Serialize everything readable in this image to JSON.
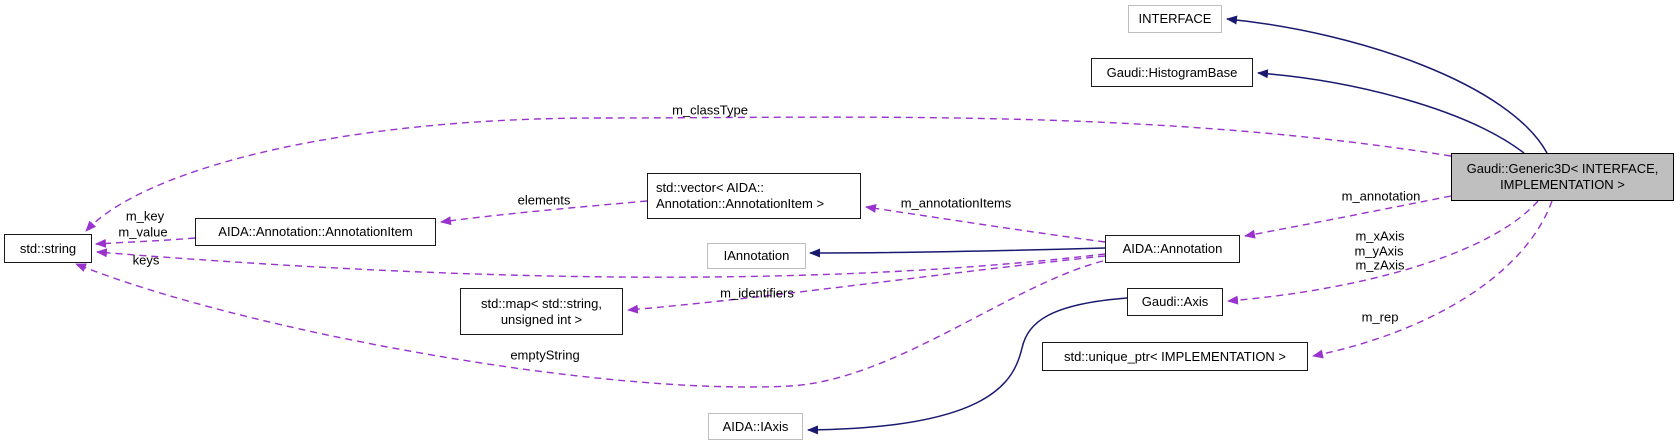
{
  "diagram": {
    "type": "doxygen-collaboration-graph",
    "colors": {
      "inheritance_edge": "#191970",
      "usage_edge": "#9a32cd",
      "current_node_fill": "#bfbfbf",
      "node_border": "#1a1a1a",
      "external_node_border": "#bebebe",
      "background": "#ffffff"
    },
    "nodes": {
      "interface": {
        "label": "INTERFACE"
      },
      "histogram_base": {
        "label": "Gaudi::HistogramBase"
      },
      "generic3d": {
        "label": "Gaudi::Generic3D< INTERFACE,\nIMPLEMENTATION >"
      },
      "std_string": {
        "label": "std::string"
      },
      "annotation_item": {
        "label": "AIDA::Annotation::AnnotationItem"
      },
      "vector_annotation_item": {
        "label": "std::vector< AIDA::\nAnnotation::AnnotationItem >"
      },
      "iannotation": {
        "label": "IAnnotation"
      },
      "aida_annotation": {
        "label": "AIDA::Annotation"
      },
      "std_map": {
        "label": "std::map< std::string,\nunsigned int >"
      },
      "gaudi_axis": {
        "label": "Gaudi::Axis"
      },
      "unique_ptr": {
        "label": "std::unique_ptr< IMPLEMENTATION >"
      },
      "aida_iaxis": {
        "label": "AIDA::IAxis"
      }
    },
    "edge_labels": {
      "m_classType": {
        "label": "m_classType"
      },
      "elements": {
        "label": "elements"
      },
      "m_annotationItems": {
        "label": "m_annotationItems"
      },
      "m_key": {
        "label": "m_key"
      },
      "m_value": {
        "label": "m_value"
      },
      "keys": {
        "label": "keys"
      },
      "m_identifiers": {
        "label": "m_identifiers"
      },
      "emptyString": {
        "label": "emptyString"
      },
      "m_annotation": {
        "label": "m_annotation"
      },
      "m_xAxis": {
        "label": "m_xAxis"
      },
      "m_yAxis": {
        "label": "m_yAxis"
      },
      "m_zAxis": {
        "label": "m_zAxis"
      },
      "m_rep": {
        "label": "m_rep"
      }
    }
  }
}
